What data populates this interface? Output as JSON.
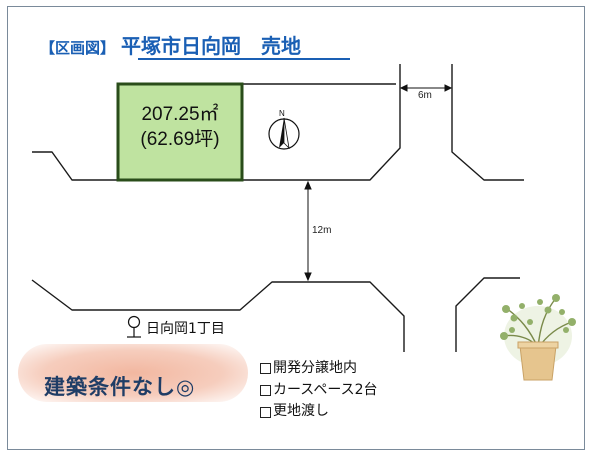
{
  "title": {
    "prefix": "【区画図】",
    "main": "平塚市日向岡　売地"
  },
  "plot": {
    "area_sqm": "207.25㎡",
    "area_tsubo": "(62.69坪)"
  },
  "compass": {
    "label": "N"
  },
  "dimensions": {
    "road_side": "6m",
    "road_main": "12m"
  },
  "location": {
    "label": "日向岡1丁目"
  },
  "badge": {
    "text": "建築条件なし◎"
  },
  "conditions": [
    "開発分譲地内",
    "カースペース2台",
    "更地渡し"
  ],
  "colors": {
    "title": "#1a5fb4",
    "plot_fill": "#bfe3a0",
    "plot_border": "#2a4d1a",
    "badge": "#f2b7a0"
  }
}
